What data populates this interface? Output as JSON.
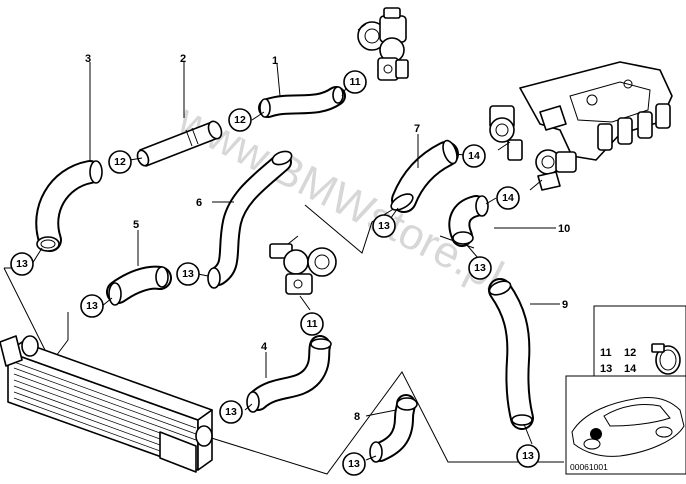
{
  "diagram": {
    "part_numbers": [
      "1",
      "2",
      "3",
      "4",
      "5",
      "6",
      "7",
      "8",
      "9",
      "10"
    ],
    "callouts": [
      {
        "id": "c1",
        "label": "11"
      },
      {
        "id": "c2",
        "label": "12"
      },
      {
        "id": "c3",
        "label": "12"
      },
      {
        "id": "c4",
        "label": "12"
      },
      {
        "id": "c5",
        "label": "13"
      },
      {
        "id": "c6",
        "label": "13"
      },
      {
        "id": "c7",
        "label": "13"
      },
      {
        "id": "c8",
        "label": "13"
      },
      {
        "id": "c9",
        "label": "13"
      },
      {
        "id": "c10",
        "label": "13"
      },
      {
        "id": "c11",
        "label": "13"
      },
      {
        "id": "c12",
        "label": "13"
      },
      {
        "id": "c13",
        "label": "14"
      },
      {
        "id": "c14",
        "label": "14"
      },
      {
        "id": "c15",
        "label": "11"
      }
    ],
    "legend_box": {
      "row1": [
        "11",
        "12"
      ],
      "row2": [
        "13",
        "14"
      ]
    },
    "diagram_code": "00061001",
    "watermark": "www.BMWstore.pl"
  }
}
